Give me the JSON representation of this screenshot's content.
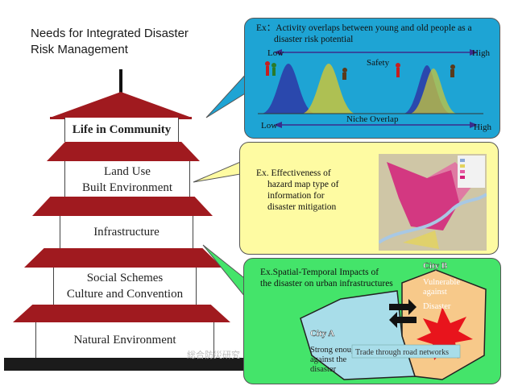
{
  "title_lines": [
    "Needs for Integrated Disaster",
    "Risk Management"
  ],
  "pagoda_levels": [
    {
      "label": "Life in Community",
      "bold": true
    },
    {
      "label_lines": [
        "Land Use",
        "Built Environment"
      ]
    },
    {
      "label": "Infrastructure"
    },
    {
      "label_lines": [
        "Social Schemes",
        "Culture and Convention"
      ]
    },
    {
      "label": "Natural Environment"
    }
  ],
  "footer_text": "総合防災研究",
  "panel_activity": {
    "caption_lines": [
      "Ex：Activity overlaps between young and old people as a",
      "disaster risk potential"
    ],
    "safety_axis": {
      "low": "Low",
      "label": "Safety",
      "high": "High"
    },
    "niche_axis": {
      "low": "Low",
      "label": "Niche Overlap",
      "high": "High"
    }
  },
  "panel_hazard": {
    "caption_lines": [
      "Ex. Effectiveness of",
      "hazard map type of",
      "information for",
      "disaster mitigation"
    ]
  },
  "panel_spatial": {
    "caption_lines": [
      "Ex.Spatial-Temporal Impacts of",
      "the disaster  on urban infrastructures"
    ],
    "city_b": "City B",
    "city_b_desc": [
      "Vulnerable",
      "against",
      "Disaster"
    ],
    "city_a": "City A",
    "city_a_desc": [
      "Strong enough",
      "against the",
      "disaster"
    ],
    "trade": "Trade through road networks"
  },
  "colors": {
    "roof": "#a01a1f",
    "panel_blue": "#1ea4d4",
    "panel_yellow": "#fefba2",
    "panel_green": "#44e46a",
    "city_a": "#a8dde9",
    "city_b": "#f7c98a",
    "burst": "#e8141c"
  }
}
